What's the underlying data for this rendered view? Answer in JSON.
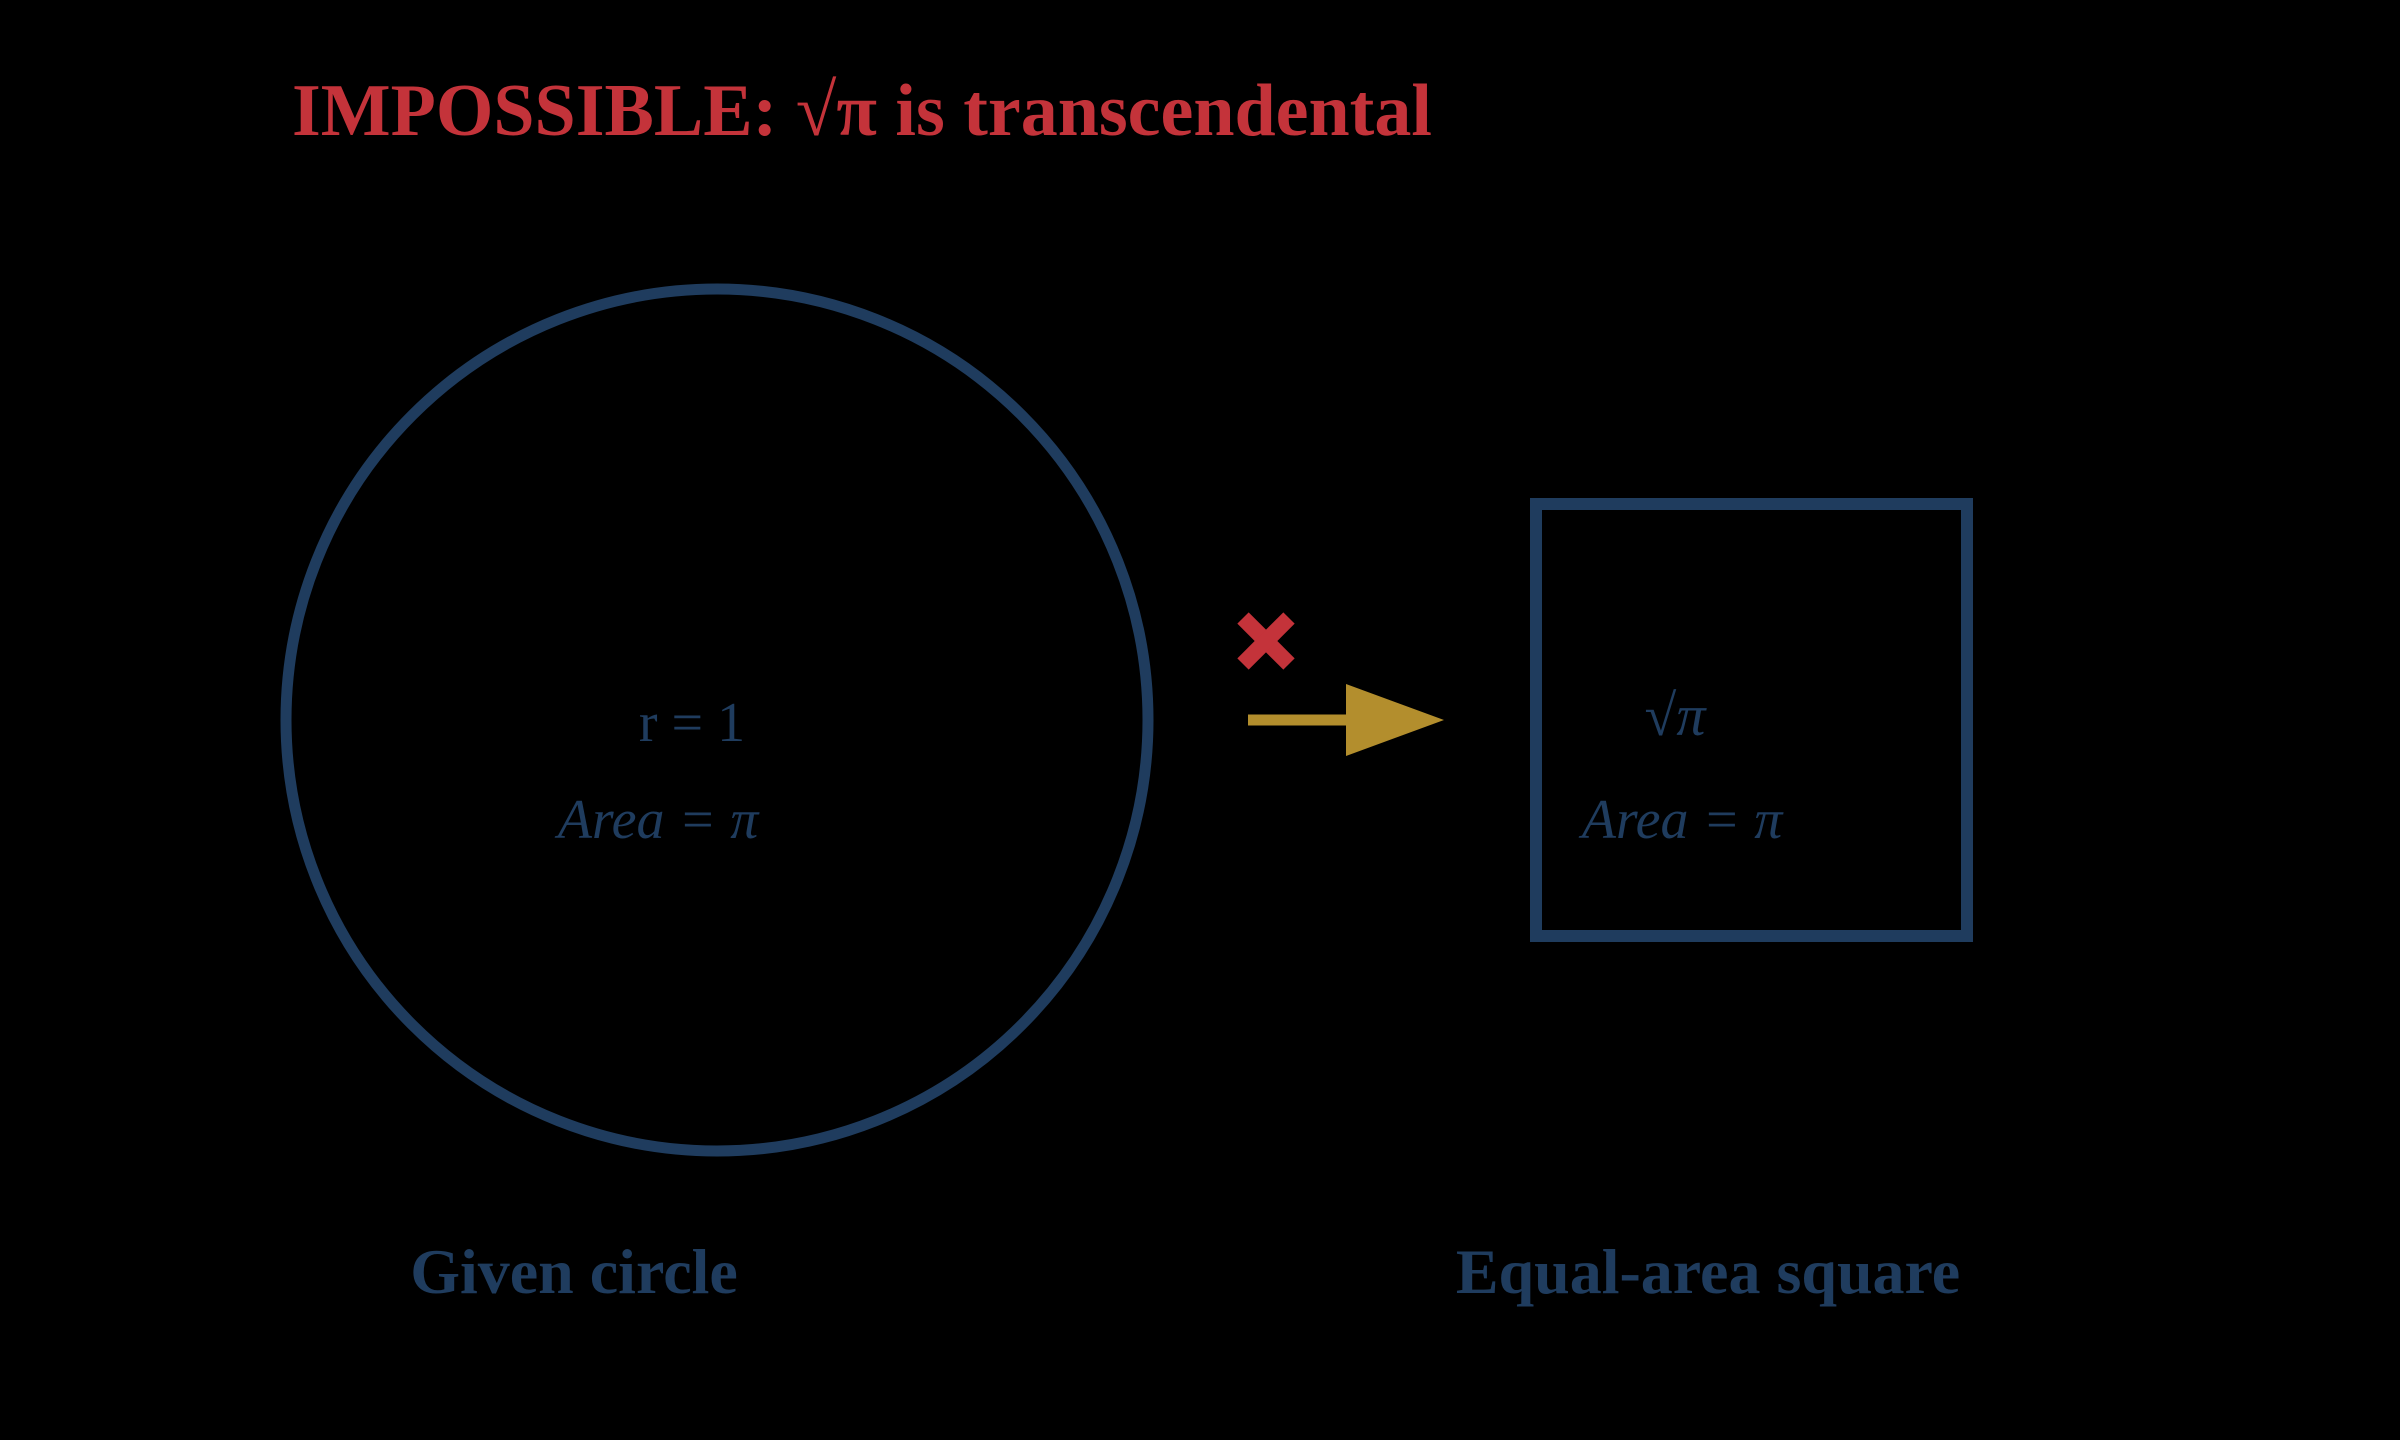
{
  "title": "IMPOSSIBLE: √π is transcendental",
  "circle": {
    "radius_label": "r = 1",
    "area_label": "Area = π",
    "caption": "Given circle"
  },
  "square": {
    "side_label": "√π",
    "area_label": "Area = π",
    "caption": "Equal-area square"
  },
  "icons": {
    "not_allowed": "✖",
    "transform_arrow": "→"
  },
  "colors": {
    "background": "#000000",
    "navy": "#1f3c5e",
    "red": "#c4333a",
    "gold": "#b38e2d"
  }
}
